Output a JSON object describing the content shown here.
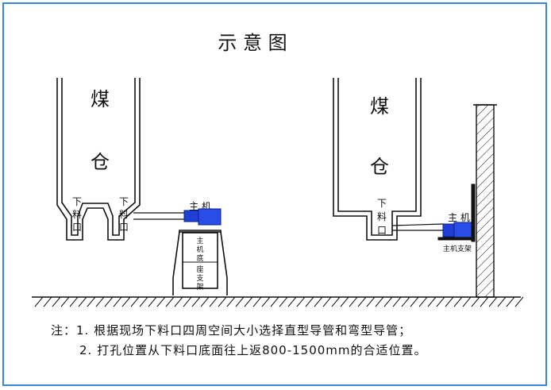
{
  "title": "示 意 图",
  "left_unit": {
    "bin_label_1": "煤",
    "bin_label_2": "仓",
    "outlet_left": [
      "下",
      "料",
      "口"
    ],
    "outlet_right": [
      "下",
      "料",
      "口"
    ],
    "main_unit_label": "主 机",
    "base_label": [
      "主",
      "机",
      "底",
      "座",
      "支",
      "架"
    ]
  },
  "right_unit": {
    "bin_label_1": "煤",
    "bin_label_2": "仓",
    "outlet": [
      "下",
      "料",
      "口"
    ],
    "main_unit_label": "主 机",
    "bracket_label": "主机支架"
  },
  "notes": [
    "注：1. 根据现场下料口四周空间大小选择直型导管和弯型导管；",
    "2. 打孔位置从下料口底面往上返800-1500mm的合适位置。"
  ],
  "colors": {
    "border": "#3a86d8",
    "main_unit": "#1f3fd6",
    "line": "#111111"
  }
}
